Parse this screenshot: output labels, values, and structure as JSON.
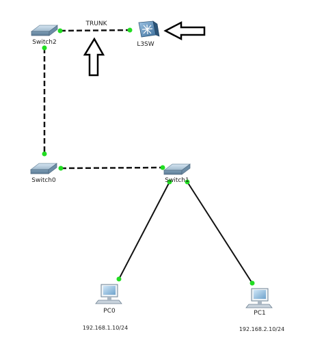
{
  "topology": {
    "devices": {
      "switch2": {
        "label": "Switch2",
        "type": "switch-icon"
      },
      "l3sw": {
        "label": "L3SW",
        "type": "multilayer-switch-icon"
      },
      "switch0": {
        "label": "Switch0",
        "type": "switch-icon"
      },
      "switch1": {
        "label": "Switch1",
        "type": "switch-icon"
      },
      "pc0": {
        "label": "PC0",
        "type": "pc-icon",
        "ip": "192.168.1.10/24"
      },
      "pc1": {
        "label": "PC1",
        "type": "pc-icon",
        "ip": "192.168.2.10/24"
      }
    },
    "links": [
      {
        "from": "switch2",
        "to": "l3sw",
        "style": "dashed",
        "label": "TRUNK"
      },
      {
        "from": "switch2",
        "to": "switch0",
        "style": "dashed"
      },
      {
        "from": "switch0",
        "to": "switch1",
        "style": "dashed"
      },
      {
        "from": "switch1",
        "to": "pc0",
        "style": "solid"
      },
      {
        "from": "switch1",
        "to": "pc1",
        "style": "solid"
      }
    ],
    "link_status_color": "#22dd22",
    "annotations": [
      {
        "type": "arrow-up-icon",
        "target": "trunk-link"
      },
      {
        "type": "arrow-left-icon",
        "target": "l3sw"
      }
    ]
  }
}
